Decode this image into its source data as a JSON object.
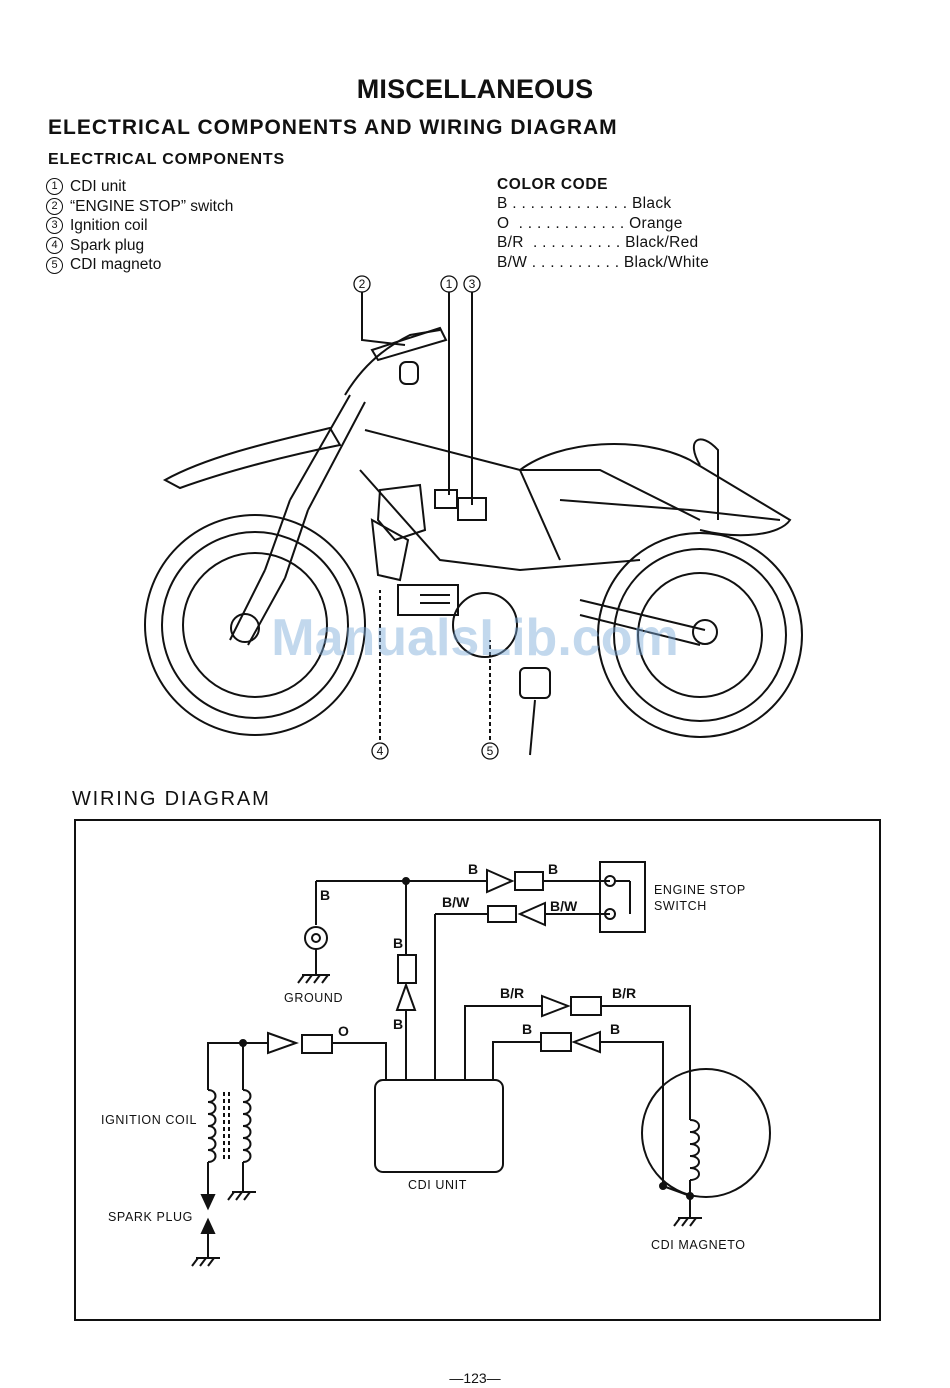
{
  "page": {
    "title": "MISCELLANEOUS",
    "section_title": "ELECTRICAL COMPONENTS AND WIRING DIAGRAM",
    "components_title": "ELECTRICAL COMPONENTS",
    "page_number": "—123—",
    "watermark": "ManualsLib.com"
  },
  "components": [
    {
      "num": "1",
      "label": "CDI unit"
    },
    {
      "num": "2",
      "label": "“ENGINE STOP” switch"
    },
    {
      "num": "3",
      "label": "Ignition coil"
    },
    {
      "num": "4",
      "label": "Spark plug"
    },
    {
      "num": "5",
      "label": "CDI magneto"
    }
  ],
  "color_code": {
    "title": "COLOR CODE",
    "rows": [
      "B . . . . . . . . . . . . . Black",
      "O  . . . . . . . . . . . . Orange",
      "B/R  . . . . . . . . . . Black/Red",
      "B/W . . . . . . . . . . Black/White"
    ]
  },
  "illustration": {
    "callouts": [
      "2",
      "1",
      "3",
      "4",
      "5"
    ]
  },
  "wiring": {
    "title": "WIRING DIAGRAM",
    "labels": {
      "engine_stop_1": "ENGINE STOP",
      "engine_stop_2": "SWITCH",
      "ground": "GROUND",
      "ignition_coil": "IGNITION COIL",
      "spark_plug": "SPARK PLUG",
      "cdi_unit": "CDI UNIT",
      "cdi_magneto": "CDI MAGNETO"
    },
    "wires": {
      "b_top_left": "B",
      "b_top_right": "B",
      "bw_left": "B/W",
      "bw_right": "B/W",
      "b_ground": "B",
      "b_vert_top": "B",
      "b_vert_bottom": "B",
      "o_wire": "O",
      "br_left": "B/R",
      "br_right": "B/R",
      "b_mag_left": "B",
      "b_mag_right": "B"
    }
  }
}
